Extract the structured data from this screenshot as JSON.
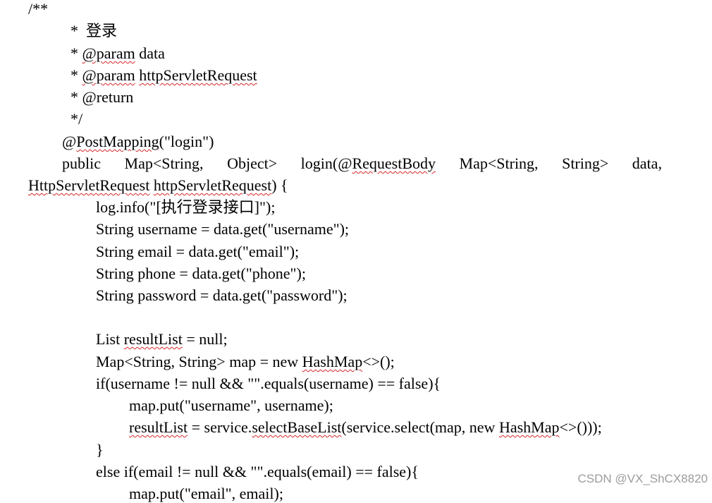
{
  "document": {
    "lines": [
      {
        "id": "l01",
        "segments": [
          {
            "text": "/**"
          }
        ]
      },
      {
        "id": "l02",
        "segments": [
          {
            "text": "*  登录"
          }
        ]
      },
      {
        "id": "l03",
        "segments": [
          {
            "text": "* "
          },
          {
            "text": "@param",
            "squiggle": true
          },
          {
            "text": " data"
          }
        ]
      },
      {
        "id": "l04",
        "segments": [
          {
            "text": "* "
          },
          {
            "text": "@param",
            "squiggle": true
          },
          {
            "text": " "
          },
          {
            "text": "httpServletRequest",
            "squiggle": true
          }
        ]
      },
      {
        "id": "l05",
        "segments": [
          {
            "text": "* @return"
          }
        ]
      },
      {
        "id": "l06",
        "segments": [
          {
            "text": "*/"
          }
        ]
      },
      {
        "id": "l07",
        "segments": [
          {
            "text": "@"
          },
          {
            "text": "PostMapping",
            "squiggle": true
          },
          {
            "text": "(\"login\")"
          }
        ]
      },
      {
        "id": "l08",
        "justify": true,
        "words": [
          [
            {
              "text": "public"
            }
          ],
          [
            {
              "text": "Map<String,"
            }
          ],
          [
            {
              "text": "Object>"
            }
          ],
          [
            {
              "text": "login(@"
            },
            {
              "text": "RequestBody",
              "squiggle": true
            }
          ],
          [
            {
              "text": "Map<String,"
            }
          ],
          [
            {
              "text": "String>"
            }
          ],
          [
            {
              "text": "data,"
            }
          ]
        ]
      },
      {
        "id": "l09",
        "segments": [
          {
            "text": "HttpServletRequest",
            "squiggle": true
          },
          {
            "text": " "
          },
          {
            "text": "httpServletRequest",
            "squiggle": true
          },
          {
            "text": ") {"
          }
        ]
      },
      {
        "id": "l10",
        "segments": [
          {
            "text": "log.info(\"[执行登录接口]\");"
          }
        ]
      },
      {
        "id": "l11",
        "segments": [
          {
            "text": "String username = data.get(\"username\");"
          }
        ]
      },
      {
        "id": "l12",
        "segments": [
          {
            "text": "String email = data.get(\"email\");"
          }
        ]
      },
      {
        "id": "l13",
        "segments": [
          {
            "text": "String phone = data.get(\"phone\");"
          }
        ]
      },
      {
        "id": "l14",
        "segments": [
          {
            "text": "String password = data.get(\"password\");"
          }
        ]
      },
      {
        "id": "l15",
        "segments": [
          {
            "text": "List "
          },
          {
            "text": "resultList",
            "squiggle": true
          },
          {
            "text": " = null;"
          }
        ]
      },
      {
        "id": "l16",
        "segments": [
          {
            "text": "Map<String, String> map = new "
          },
          {
            "text": "HashMap",
            "squiggle": true
          },
          {
            "text": "<>();"
          }
        ]
      },
      {
        "id": "l17",
        "segments": [
          {
            "text": "if(username != null && \"\".equals(username) == false){"
          }
        ]
      },
      {
        "id": "l18",
        "segments": [
          {
            "text": "map.put(\"username\", username);"
          }
        ]
      },
      {
        "id": "l19",
        "segments": [
          {
            "text": "resultList",
            "squiggle": true
          },
          {
            "text": " = service."
          },
          {
            "text": "selectBaseList",
            "squiggle": true
          },
          {
            "text": "(service.select(map, new "
          },
          {
            "text": "HashMap",
            "squiggle": true
          },
          {
            "text": "<>()));"
          }
        ]
      },
      {
        "id": "l20",
        "segments": [
          {
            "text": "}"
          }
        ]
      },
      {
        "id": "l21",
        "segments": [
          {
            "text": "else if(email != null && \"\".equals(email) == false){"
          }
        ]
      },
      {
        "id": "l22",
        "segments": [
          {
            "text": "map.put(\"email\", email);"
          }
        ]
      }
    ]
  },
  "watermark": "CSDN @VX_ShCX8820"
}
